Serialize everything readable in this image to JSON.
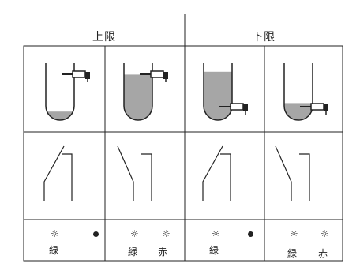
{
  "headers": {
    "upper": "上限",
    "lower": "下限"
  },
  "panels": [
    {
      "level": 0.15,
      "probe_position": "top",
      "lamps": [
        {
          "type": "sun",
          "label": "緑"
        },
        {
          "type": "dot",
          "label": ""
        }
      ],
      "switch": "open"
    },
    {
      "level": 0.8,
      "probe_position": "top",
      "lamps": [
        {
          "type": "sun",
          "label": "緑"
        },
        {
          "type": "sun",
          "label": "赤"
        }
      ],
      "switch": "closed"
    },
    {
      "level": 0.85,
      "probe_position": "bottom",
      "lamps": [
        {
          "type": "sun",
          "label": "緑"
        },
        {
          "type": "dot",
          "label": ""
        }
      ],
      "switch": "open"
    },
    {
      "level": 0.3,
      "probe_position": "bottom",
      "lamps": [
        {
          "type": "sun",
          "label": "緑"
        },
        {
          "type": "sun",
          "label": "赤"
        }
      ],
      "switch": "closed"
    }
  ],
  "colors": {
    "liquid": "#a6a6a6",
    "line": "#222222"
  },
  "icons": {
    "lamp_on": "sun-icon",
    "lamp_off": "dot-icon"
  }
}
